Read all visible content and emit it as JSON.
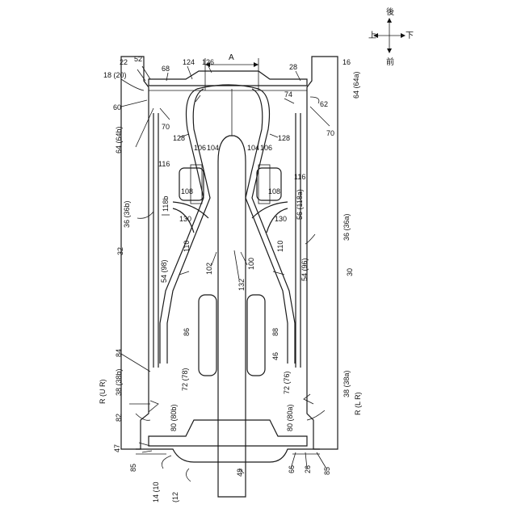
{
  "compass": {
    "up": "上",
    "down": "下",
    "front": "前",
    "back": "後"
  },
  "dimension": {
    "label": "A"
  },
  "labels": {
    "l18_20": "18 (20)",
    "l22": "22",
    "l52": "52",
    "l68": "68",
    "l124": "124",
    "l126": "126",
    "l28": "28",
    "l16": "16",
    "l64_64a": "64 (64a)",
    "l74": "74",
    "l62": "62",
    "l60": "60",
    "l70_left": "70",
    "l70_right": "70",
    "l64_64b": "64 (64b)",
    "l128_left": "128",
    "l128_right": "128",
    "l106_left": "106",
    "l104_left": "104",
    "l104_right": "104",
    "l106_right": "106",
    "l116_left": "116",
    "l116_right": "116",
    "l108_left": "108",
    "l108_right": "108",
    "l36_36b": "36 (36b)",
    "l118b": "118b",
    "l130_left": "130",
    "l130_right": "130",
    "l56_118a": "56 (118a)",
    "l36_36a": "36 (36a)",
    "l32": "32",
    "l110_left": "110",
    "l110_right": "110",
    "l102": "102",
    "l100": "100",
    "l54_98": "54 (98)",
    "l54_96": "54 (96)",
    "l30": "30",
    "l132": "132",
    "l86": "86",
    "l88": "88",
    "l84": "84",
    "l46": "46",
    "lR_UR": "R (U R)",
    "l38_38b": "38 (38b)",
    "l72_78": "72 (78)",
    "l72_76": "72 (76)",
    "l38_38a": "38 (38a)",
    "lR_LR": "R (L R)",
    "l80_80b": "80 (80b)",
    "l80_80a": "80 (80a)",
    "l82": "82",
    "l47": "47",
    "l85_left": "85",
    "l85_right": "85",
    "l14_10": "14 (10",
    "l12": "(12",
    "l48": "48",
    "l66": "66",
    "l26": "26"
  }
}
